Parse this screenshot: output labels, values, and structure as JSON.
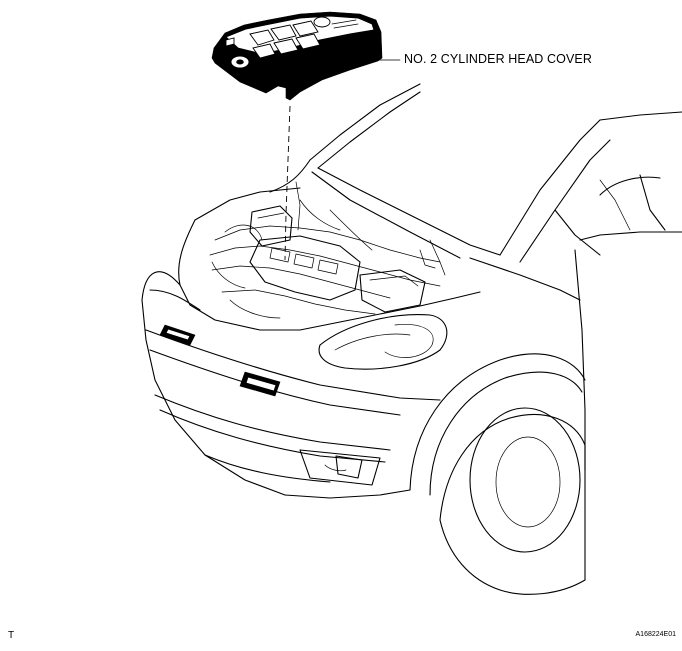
{
  "diagram": {
    "callout_label": "NO. 2 CYLINDER HEAD COVER",
    "corner_mark": "T",
    "figure_id": "A168224E01"
  }
}
